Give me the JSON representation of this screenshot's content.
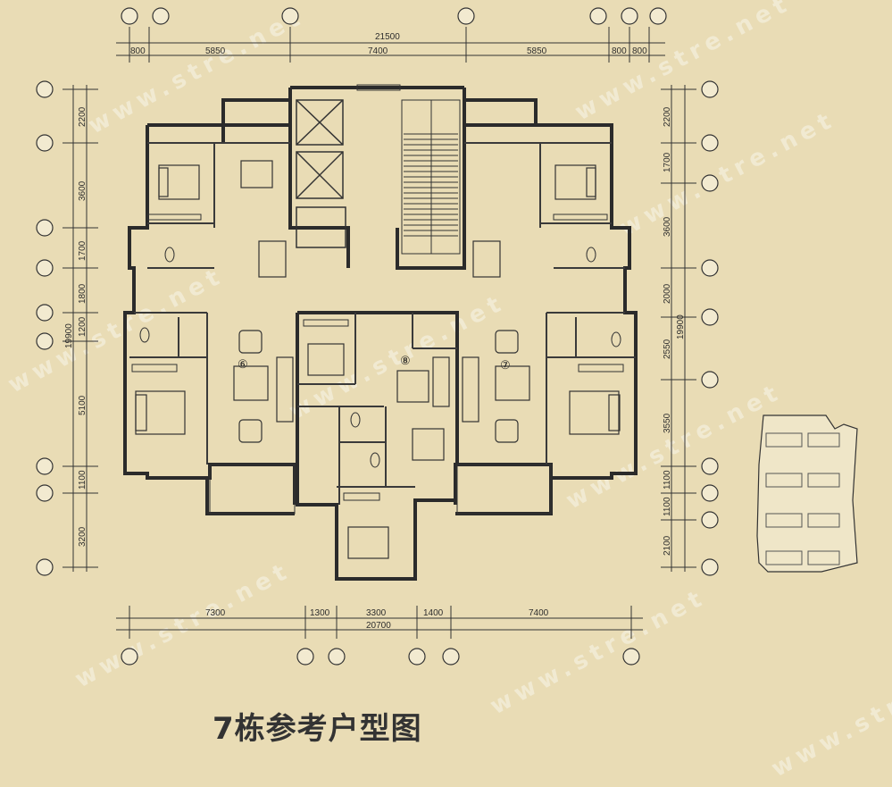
{
  "title": "7栋参考户型图",
  "watermark": "www.stre.net",
  "top_dims": {
    "total": "21500",
    "segments": [
      "800",
      "5850",
      "7400",
      "5850",
      "800",
      "800"
    ]
  },
  "bottom_dims": {
    "total": "20700",
    "segments": [
      "7300",
      "1300",
      "3300",
      "1400",
      "7400"
    ]
  },
  "left_dims": {
    "total": "19900",
    "segments": [
      "2200",
      "3600",
      "1700",
      "1800",
      "1200",
      "5100",
      "1100",
      "3200"
    ]
  },
  "right_dims": {
    "total": "19900",
    "segments": [
      "2200",
      "1700",
      "3600",
      "2000",
      "2550",
      "3550",
      "1100",
      "1100",
      "2100"
    ]
  },
  "unit_numbers": [
    "⑥",
    "⑧",
    "⑦"
  ],
  "colors": {
    "background": "#e9dcb5",
    "wall": "#2b2b2b",
    "line": "#3a3a3a"
  }
}
